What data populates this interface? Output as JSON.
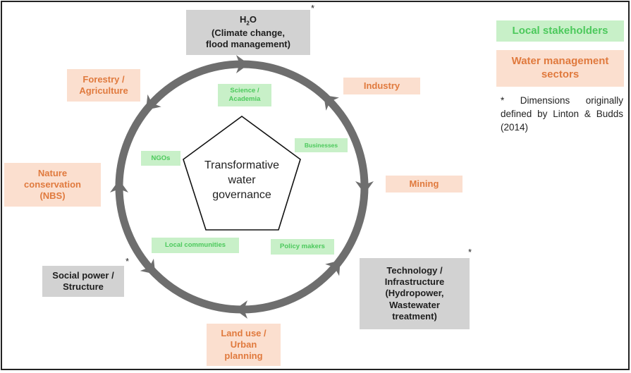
{
  "dimensions": {
    "h2o": {
      "title_prefix": "H",
      "title_sub": "2",
      "title_suffix": "O",
      "line1": "(Climate change,",
      "line2": "flood management)",
      "starred": "*"
    },
    "social": {
      "line1": "Social power /",
      "line2": "Structure",
      "starred": "*"
    },
    "technology": {
      "line1": "Technology /",
      "line2": "Infrastructure",
      "line3": "(Hydropower,",
      "line4": "Wastewater",
      "line5": "treatment)",
      "starred": "*"
    }
  },
  "sectors": {
    "forestry": {
      "line1": "Forestry /",
      "line2": "Agriculture"
    },
    "industry": {
      "line1": "Industry"
    },
    "mining": {
      "line1": "Mining"
    },
    "nature": {
      "line1": "Nature",
      "line2": "conservation",
      "line3": "(NBS)"
    },
    "landuse": {
      "line1": "Land use /",
      "line2": "Urban",
      "line3": "planning"
    }
  },
  "stakeholders": {
    "science": {
      "line1": "Science /",
      "line2": "Academia"
    },
    "businesses": {
      "line1": "Businesses"
    },
    "ngos": {
      "line1": "NGOs"
    },
    "communities": {
      "line1": "Local communities"
    },
    "policy": {
      "line1": "Policy makers"
    }
  },
  "center": {
    "line1": "Transformative",
    "line2": "water",
    "line3": "governance"
  },
  "legend": {
    "stakeholders_label": "Local stakeholders",
    "sectors_label_1": "Water management",
    "sectors_label_2": "sectors",
    "note": "* Dimensions originally defined by Linton & Budds (2014)"
  },
  "ring_arrows": [
    {
      "position_deg": -90,
      "direction": "cw"
    },
    {
      "position_deg": -45,
      "direction": "ccw"
    },
    {
      "position_deg": 0,
      "direction": "cw"
    },
    {
      "position_deg": 40,
      "direction": "ccw"
    },
    {
      "position_deg": 90,
      "direction": "cw"
    },
    {
      "position_deg": 138,
      "direction": "ccw"
    },
    {
      "position_deg": 180,
      "direction": "cw"
    },
    {
      "position_deg": 222,
      "direction": "ccw"
    }
  ],
  "colors": {
    "ring": "#6e6e6e",
    "dimension_bg": "#d2d2d2",
    "sector_bg": "#fbdfcf",
    "sector_text": "#e07a3e",
    "stakeholder_bg": "#c8f0c8",
    "stakeholder_text": "#4cc95c"
  }
}
